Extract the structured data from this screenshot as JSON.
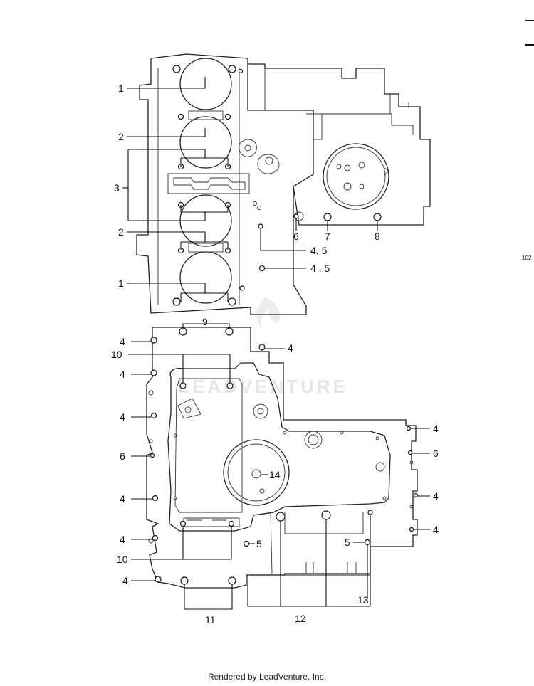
{
  "diagram": {
    "page_number": "102",
    "watermark": "LEADVENTURE",
    "footer": "Rendered by LeadVenture, Inc.",
    "upper_callouts": [
      {
        "id": "u1a",
        "text": "1"
      },
      {
        "id": "u2a",
        "text": "2"
      },
      {
        "id": "u3",
        "text": "3"
      },
      {
        "id": "u2b",
        "text": "2"
      },
      {
        "id": "u1b",
        "text": "1"
      },
      {
        "id": "u6",
        "text": "6"
      },
      {
        "id": "u7",
        "text": "7"
      },
      {
        "id": "u8",
        "text": "8"
      },
      {
        "id": "u45a",
        "text": "4, 5"
      },
      {
        "id": "u45b",
        "text": "4 . 5"
      }
    ],
    "lower_callouts": [
      {
        "id": "l9",
        "text": "9"
      },
      {
        "id": "l4a",
        "text": "4"
      },
      {
        "id": "l4b",
        "text": "4"
      },
      {
        "id": "l10a",
        "text": "10"
      },
      {
        "id": "l4c",
        "text": "4"
      },
      {
        "id": "l4d",
        "text": "4"
      },
      {
        "id": "l6a",
        "text": "6"
      },
      {
        "id": "l4e",
        "text": "4"
      },
      {
        "id": "l4f",
        "text": "4"
      },
      {
        "id": "l10b",
        "text": "10"
      },
      {
        "id": "l4g",
        "text": "4"
      },
      {
        "id": "l5a",
        "text": "5"
      },
      {
        "id": "l14",
        "text": "14"
      },
      {
        "id": "l4h",
        "text": "4"
      },
      {
        "id": "l6b",
        "text": "6"
      },
      {
        "id": "l4i",
        "text": "4"
      },
      {
        "id": "l4j",
        "text": "4"
      },
      {
        "id": "l5b",
        "text": "5"
      },
      {
        "id": "l13",
        "text": "13"
      },
      {
        "id": "l11",
        "text": "11"
      },
      {
        "id": "l12",
        "text": "12"
      }
    ]
  }
}
